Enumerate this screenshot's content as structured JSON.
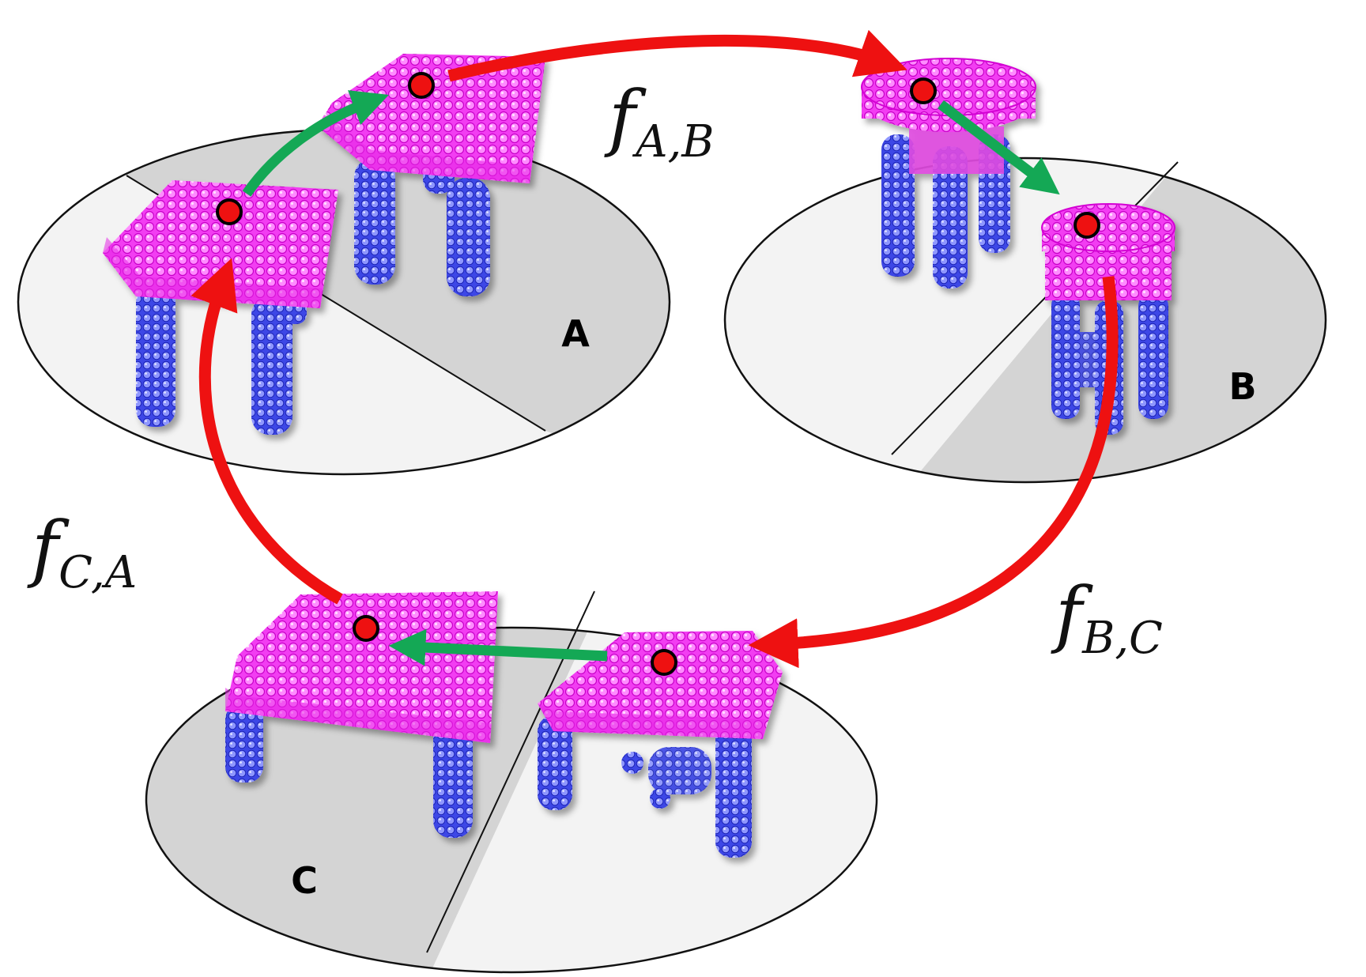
{
  "regions": {
    "a": {
      "label": "A"
    },
    "b": {
      "label": "B"
    },
    "c": {
      "label": "C"
    }
  },
  "maps": {
    "ab": {
      "f": "f",
      "sub": "A,B"
    },
    "bc": {
      "f": "f",
      "sub": "B,C"
    },
    "ca": {
      "f": "f",
      "sub": "C,A"
    }
  },
  "colors": {
    "map_arrow": "#ee1111",
    "inner_arrow": "#14a855",
    "tabletop": "#f23cf2",
    "legs": "#3c46e6",
    "point": "#ee1111",
    "disc_light": "#f3f3f3",
    "disc_dark": "#d4d4d4"
  }
}
